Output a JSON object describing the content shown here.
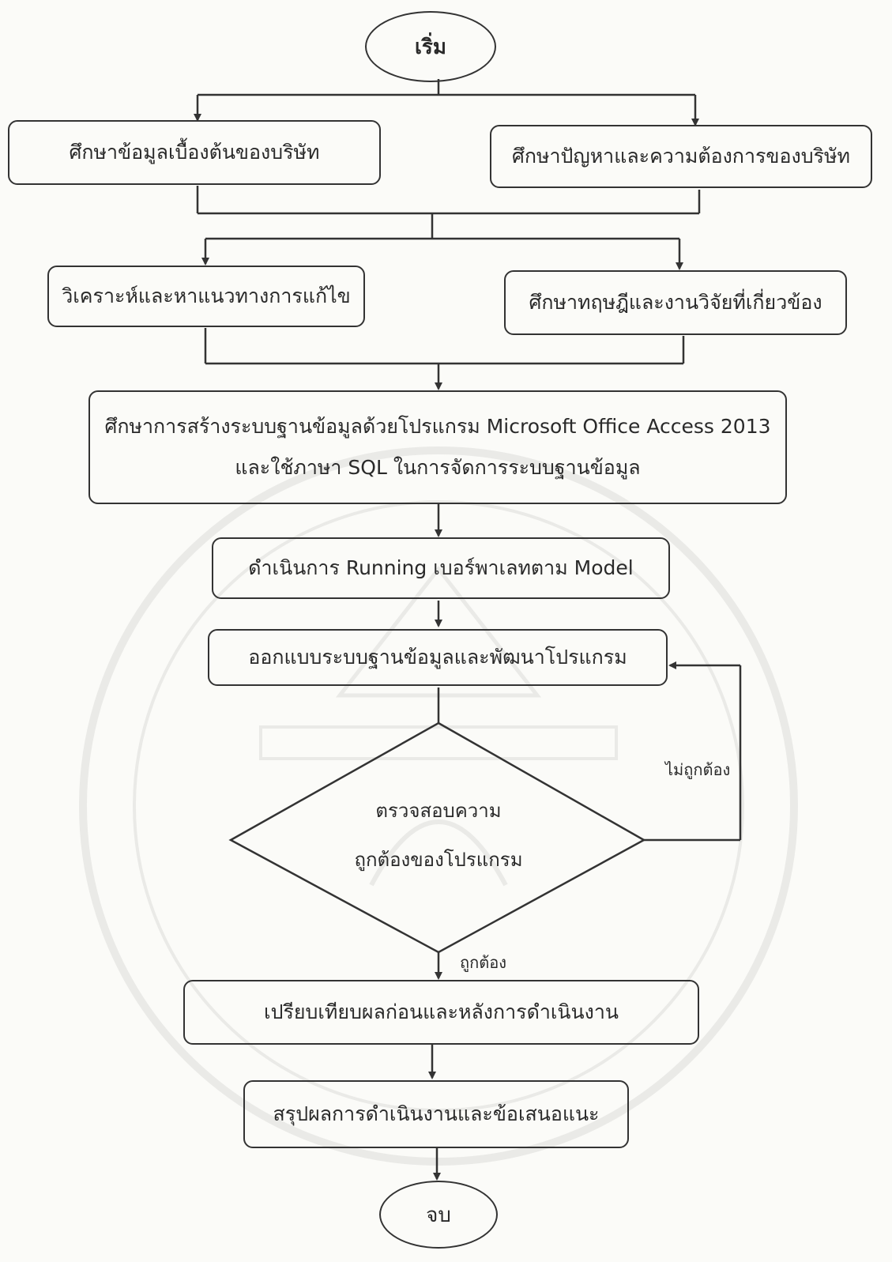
{
  "flow": {
    "start": "เริ่ม",
    "study_basic": "ศึกษาข้อมูลเบื้องต้นของบริษัท",
    "study_problem": "ศึกษาปัญหาและความต้องการของบริษัท",
    "analyze": "วิเคราะห์และหาแนวทางการแก้ไข",
    "theory": "ศึกษาทฤษฎีและงานวิจัยที่เกี่ยวข้อง",
    "db_study_line1": "ศึกษาการสร้างระบบฐานข้อมูลด้วยโปรแกรม Microsoft Office Access 2013",
    "db_study_line2": "และใช้ภาษา SQL ในการจัดการระบบฐานข้อมูล",
    "running": "ดำเนินการ Running เบอร์พาเลทตาม Model",
    "design": "ออกแบบระบบฐานข้อมูลและพัฒนาโปรแกรม",
    "check_line1": "ตรวจสอบความ",
    "check_line2": "ถูกต้องของโปรแกรม",
    "no_label": "ไม่ถูกต้อง",
    "yes_label": "ถูกต้อง",
    "compare": "เปรียบเทียบผลก่อนและหลังการดำเนินงาน",
    "summary": "สรุปผลการดำเนินงานและข้อเสนอแนะ",
    "end": "จบ"
  },
  "colors": {
    "line": "#333333",
    "watermark": "#888888"
  }
}
